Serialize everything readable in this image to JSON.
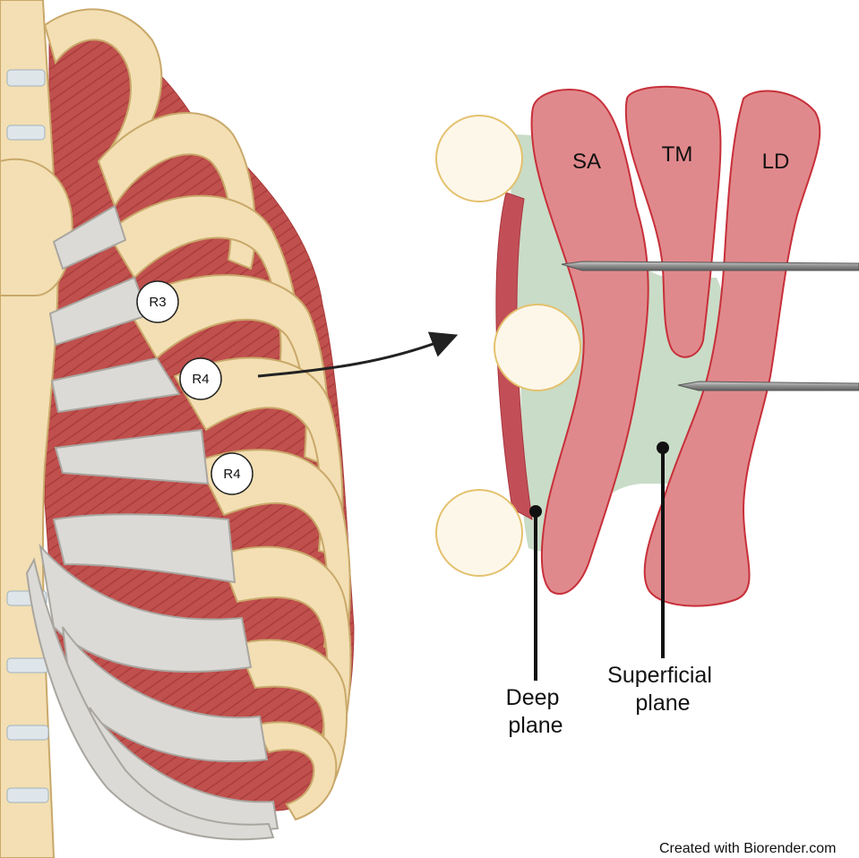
{
  "rib_labels": [
    "R3",
    "R4",
    "R4"
  ],
  "muscles": {
    "sa": "SA",
    "tm": "TM",
    "ld": "LD"
  },
  "planes": {
    "deep": [
      "Deep",
      "plane"
    ],
    "superficial": [
      "Superficial",
      "plane"
    ]
  },
  "credit": "Created with Biorender.com",
  "colors": {
    "bone": "#f3dfb3",
    "bone_outline": "#c9a86a",
    "cartilage": "#dcdad6",
    "intercostal_muscle": "#c0504d",
    "muscle_pink": "#e0898c",
    "muscle_outline": "#c7303a",
    "fascia_plane": "#c9dcc7",
    "needle": "#9a9a9a",
    "arrow": "#222222"
  }
}
